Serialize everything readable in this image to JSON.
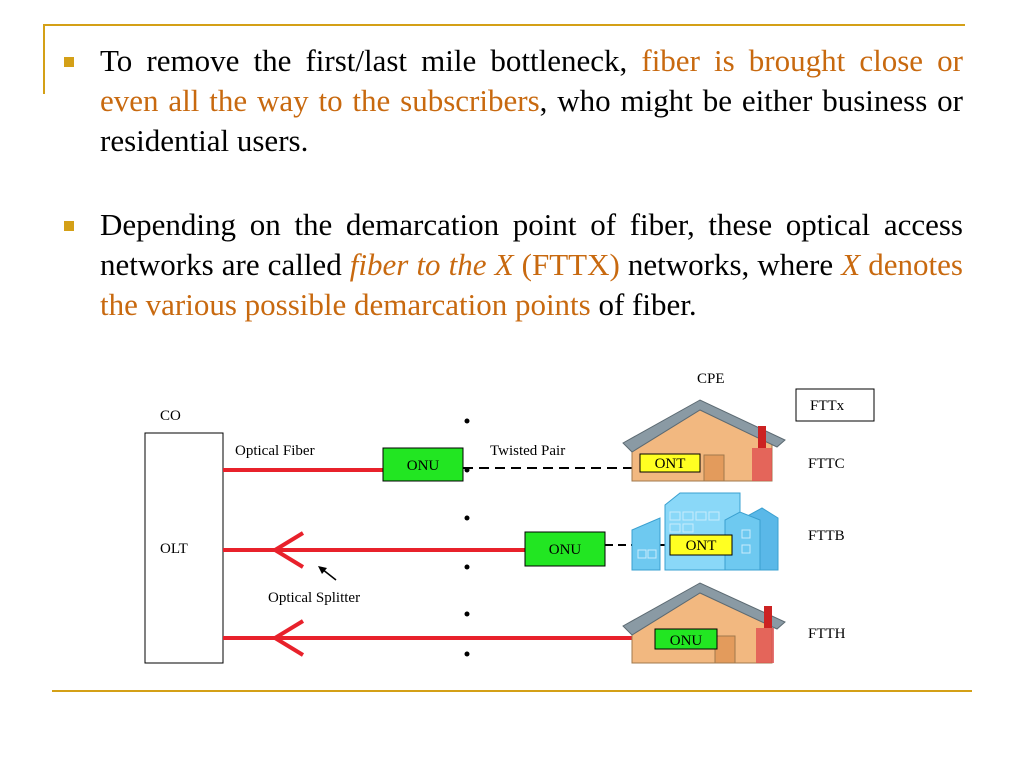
{
  "bullets": [
    {
      "parts": [
        {
          "text": "To remove the first/last mile bottleneck, ",
          "style": "plain"
        },
        {
          "text": "fiber is brought close or even all the way to the subscribers",
          "style": "highlight"
        },
        {
          "text": ", who might be either business or residential users.",
          "style": "plain"
        }
      ]
    },
    {
      "parts": [
        {
          "text": "Depending on the demarcation point of fiber, these optical access networks are called ",
          "style": "plain"
        },
        {
          "text": "fiber to the X",
          "style": "highlight-italic"
        },
        {
          "text": " (FTTX)",
          "style": "highlight"
        },
        {
          "text": " networks, where ",
          "style": "plain"
        },
        {
          "text": "X",
          "style": "highlight-italic"
        },
        {
          "text": " denotes the various possible demarcation points",
          "style": "highlight"
        },
        {
          "text": " of fiber.",
          "style": "plain"
        }
      ]
    }
  ],
  "diagram": {
    "co_label": "CO",
    "olt_label": "OLT",
    "cpe_label": "CPE",
    "fttx_box_label": "FTTx",
    "optical_fiber_label": "Optical Fiber",
    "twisted_pair_label": "Twisted Pair",
    "optical_splitter_label": "Optical Splitter",
    "onu_label": "ONU",
    "ont_label": "ONT",
    "fttc_label": "FTTC",
    "fttb_label": "FTTB",
    "ftth_label": "FTTH",
    "colors": {
      "fiber": "#e8212b",
      "onu_fill": "#22e622",
      "ont_fill": "#ffff22",
      "house_wall": "#f2b880",
      "roof": "#8a9aa4",
      "building": "#6ec9f0",
      "chimney": "#cc2222",
      "accent": "#d4a017",
      "highlight_text": "#c8690f"
    }
  }
}
